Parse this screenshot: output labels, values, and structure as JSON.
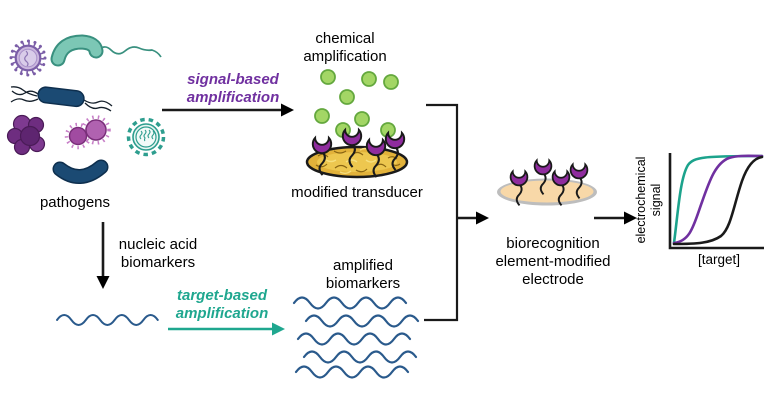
{
  "colors": {
    "text": "#1A1A1A",
    "signal_amplification_purple": "#7030A0",
    "target_amplification_teal": "#1FA78F",
    "biomarker_navy": "#2A5A8C",
    "green_dot_fill": "#A3D665",
    "green_dot_stroke": "#64A83E",
    "transducer_gold": "#E2B23A",
    "receptor_purple": "#8F2C9E",
    "electrode_fill": "#F8D8A8",
    "electrode_rim": "#BDBDBD",
    "pathogen_teal": "#5BBFAC",
    "pathogen_navy": "#1B4A73",
    "pathogen_purple": "#6E2D80",
    "virus_lavender": "#CBB7DE"
  },
  "labels": {
    "pathogens": "pathogens",
    "signal_based": {
      "line1": "signal-based",
      "line2": "amplification"
    },
    "chemical": {
      "line1": "chemical",
      "line2": "amplification"
    },
    "modified_transducer": "modified transducer",
    "nucleic_acid": {
      "line1": "nucleic acid",
      "line2": "biomarkers"
    },
    "target_based": {
      "line1": "target-based",
      "line2": "amplification"
    },
    "amplified": {
      "line1": "amplified",
      "line2": "biomarkers"
    },
    "biorecognition": {
      "line1": "biorecognition",
      "line2": "element-modified",
      "line3": "electrode"
    }
  },
  "graph": {
    "ylabel_line1": "electrochemical",
    "ylabel_line2": "signal",
    "xlabel": "[target]"
  },
  "chart_data": {
    "type": "line",
    "title": "",
    "xlabel": "[target]",
    "ylabel": "electrochemical signal",
    "axes_numeric_labels": false,
    "legend": false,
    "x_normalized": [
      0,
      0.1,
      0.2,
      0.3,
      0.4,
      0.5,
      0.6,
      0.7,
      0.8,
      0.9,
      1.0
    ],
    "series": [
      {
        "name": "teal curve",
        "color": "#1CA38C",
        "y_normalized": [
          0.04,
          0.55,
          0.83,
          0.93,
          0.97,
          0.99,
          1,
          1,
          1,
          1,
          1
        ]
      },
      {
        "name": "purple curve",
        "color": "#7030A0",
        "y_normalized": [
          0.03,
          0.07,
          0.18,
          0.45,
          0.75,
          0.9,
          0.96,
          0.99,
          1,
          1,
          1
        ]
      },
      {
        "name": "black curve",
        "color": "#1A1A1A",
        "y_normalized": [
          0.02,
          0.03,
          0.04,
          0.07,
          0.12,
          0.25,
          0.5,
          0.78,
          0.93,
          0.98,
          1
        ]
      }
    ]
  }
}
